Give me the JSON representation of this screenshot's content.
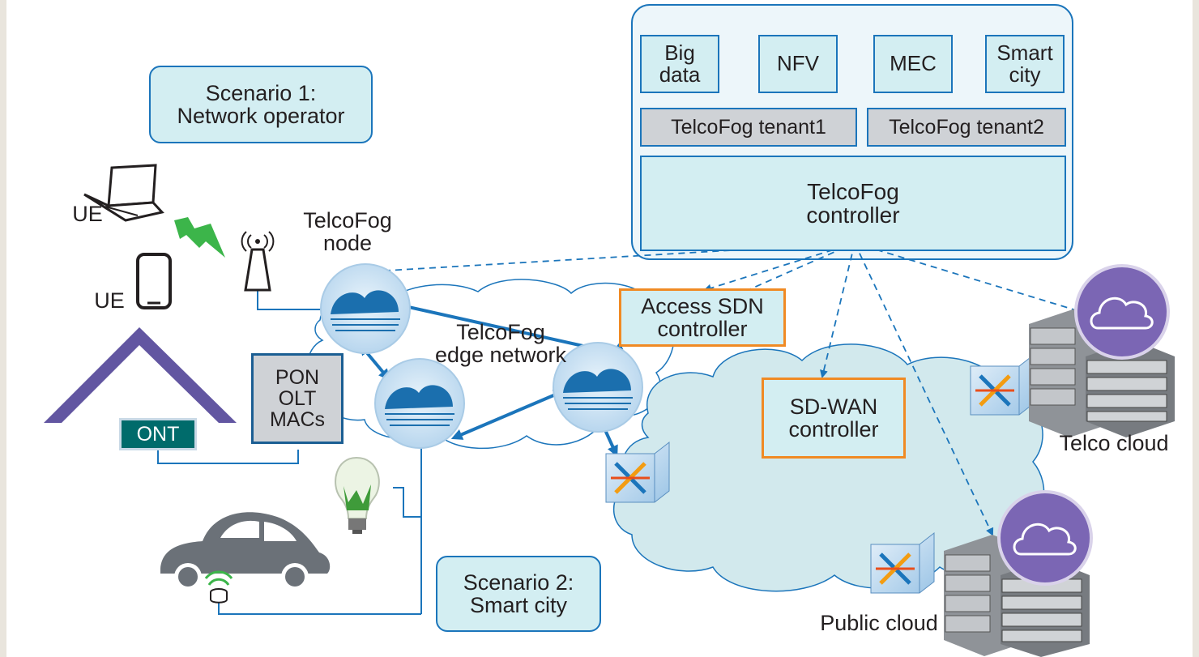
{
  "scenario1": "Scenario 1:\nNetwork operator",
  "scenario2": "Scenario 2:\nSmart city",
  "apps": [
    "Big\ndata",
    "NFV",
    "MEC",
    "Smart\ncity"
  ],
  "tenants": [
    "TelcoFog tenant1",
    "TelcoFog tenant2"
  ],
  "controller": "TelcoFog\ncontroller",
  "access_sdn": "Access SDN\ncontroller",
  "sdwan": "SD-WAN\ncontroller",
  "ue_laptop": "UE",
  "ue_phone": "UE",
  "fog_node": "TelcoFog\nnode",
  "edge_network": "TelcoFog\nedge network",
  "pon": "PON\nOLT\nMACs",
  "ont": "ONT",
  "telco_cloud": "Telco cloud",
  "public_cloud": "Public cloud"
}
